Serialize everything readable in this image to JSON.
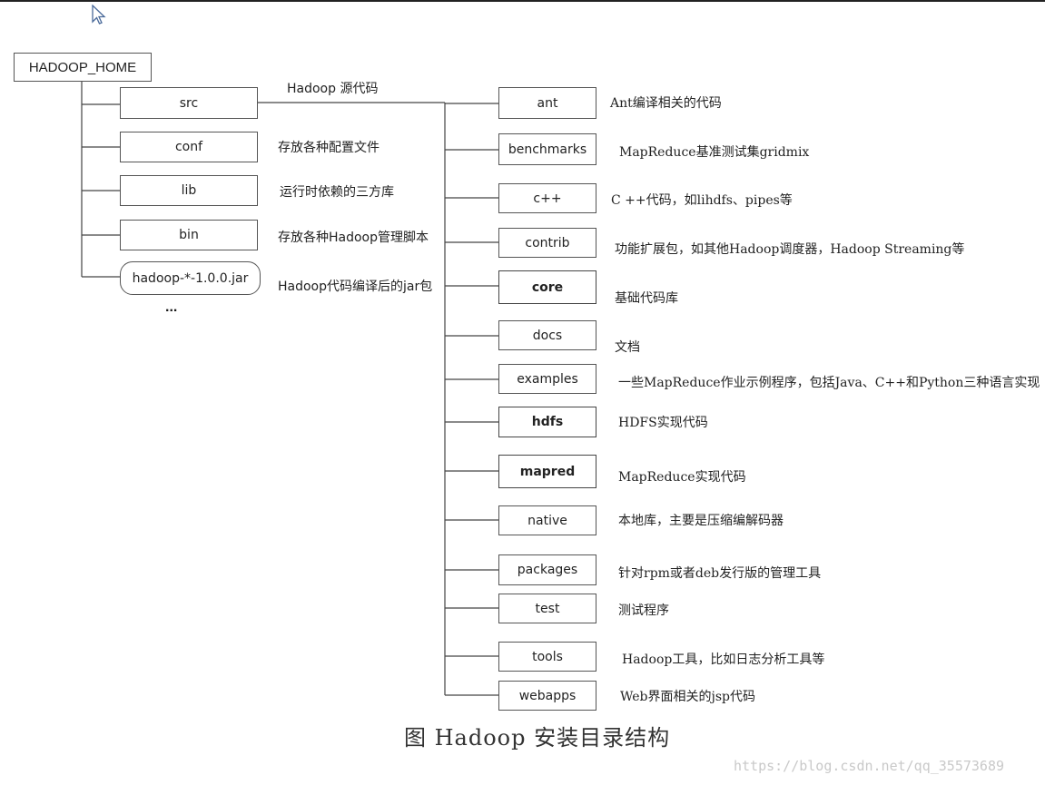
{
  "root": "HADOOP_HOME",
  "left_items": [
    {
      "name": "src",
      "desc": ""
    },
    {
      "name": "conf",
      "desc": "存放各种配置文件"
    },
    {
      "name": "lib",
      "desc": "运行时依赖的三方库"
    },
    {
      "name": "bin",
      "desc": "存放各种Hadoop管理脚本"
    },
    {
      "name": "hadoop-*-1.0.0.jar",
      "desc": "Hadoop代码编译后的jar包"
    }
  ],
  "src_label": "Hadoop 源代码",
  "ellipsis": "...",
  "src_items": [
    {
      "name": "ant",
      "desc": "Ant编译相关的代码"
    },
    {
      "name": "benchmarks",
      "desc": "MapReduce基准测试集gridmix"
    },
    {
      "name": "c++",
      "desc": "C ++代码，如lihdfs、pipes等"
    },
    {
      "name": "contrib",
      "desc": "功能扩展包，如其他Hadoop调度器，Hadoop Streaming等"
    },
    {
      "name": "core",
      "desc": "基础代码库"
    },
    {
      "name": "docs",
      "desc": "文档"
    },
    {
      "name": "examples",
      "desc": "一些MapReduce作业示例程序，包括Java、C++和Python三种语言实现"
    },
    {
      "name": "hdfs",
      "desc": "HDFS实现代码"
    },
    {
      "name": "mapred",
      "desc": "MapReduce实现代码"
    },
    {
      "name": "native",
      "desc": "本地库，主要是压缩编解码器"
    },
    {
      "name": "packages",
      "desc": "针对rpm或者deb发行版的管理工具"
    },
    {
      "name": "test",
      "desc": "测试程序"
    },
    {
      "name": "tools",
      "desc": "Hadoop工具，比如日志分析工具等"
    },
    {
      "name": "webapps",
      "desc": "Web界面相关的jsp代码"
    }
  ],
  "caption": "图  Hadoop 安装目录结构",
  "watermark": "https://blog.csdn.net/qq_35573689"
}
